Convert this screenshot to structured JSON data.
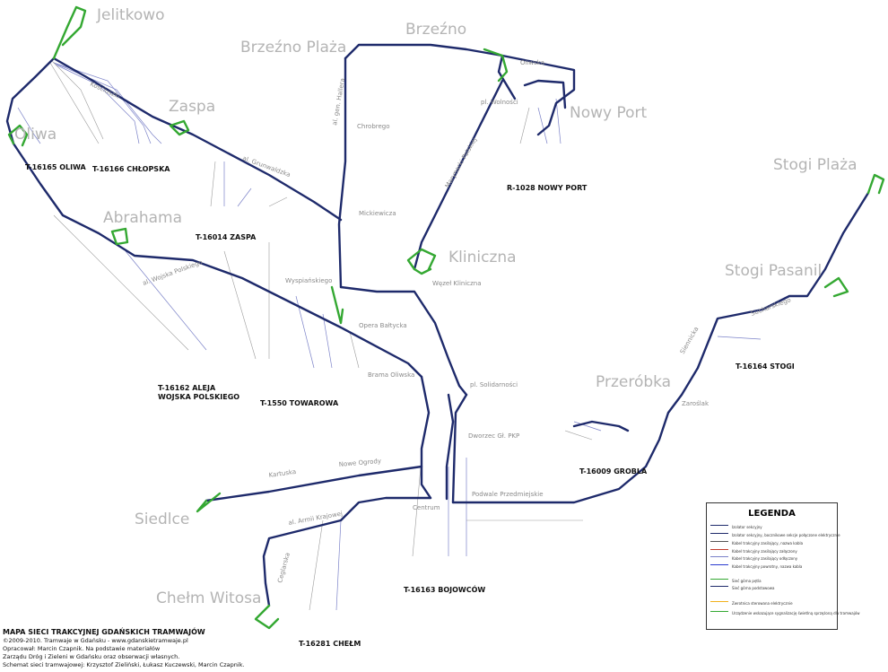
{
  "districts": [
    {
      "id": "jelitkowo",
      "label": "Jelitkowo"
    },
    {
      "id": "oliwa",
      "label": "Oliwa"
    },
    {
      "id": "zaspa",
      "label": "Zaspa"
    },
    {
      "id": "brzezno-plaza",
      "label": "Brzeźno Plaża"
    },
    {
      "id": "brzezno",
      "label": "Brzeźno"
    },
    {
      "id": "nowy-port",
      "label": "Nowy Port"
    },
    {
      "id": "stogi-plaza",
      "label": "Stogi Plaża"
    },
    {
      "id": "abrahama",
      "label": "Abrahama"
    },
    {
      "id": "kliniczna",
      "label": "Kliniczna"
    },
    {
      "id": "stogi-pasanil",
      "label": "Stogi Pasanil"
    },
    {
      "id": "przerobka",
      "label": "Przeróbka"
    },
    {
      "id": "siedlce",
      "label": "Siedlce"
    },
    {
      "id": "chelm-witosa",
      "label": "Chełm Witosa"
    }
  ],
  "substations": [
    {
      "id": "t16165",
      "label": "T-16165 OLIWA"
    },
    {
      "id": "t16166",
      "label": "T-16166 CHŁOPSKA"
    },
    {
      "id": "t16014",
      "label": "T-16014 ZASPA"
    },
    {
      "id": "r1028",
      "label": "R-1028 NOWY PORT"
    },
    {
      "id": "t16162",
      "label": "T-16162 ALEJA WOJSKA POLSKIEGO"
    },
    {
      "id": "t1550",
      "label": "T-1550 TOWAROWA"
    },
    {
      "id": "t16164",
      "label": "T-16164 STOGI"
    },
    {
      "id": "t16009",
      "label": "T-16009 GROBLA"
    },
    {
      "id": "t16163",
      "label": "T-16163 BOJOWCÓW"
    },
    {
      "id": "t16281",
      "label": "T-16281 CHEŁM"
    }
  ],
  "stations": [
    {
      "id": "chrobrego",
      "label": "Chrobrego"
    },
    {
      "id": "pl-wolnosci",
      "label": "pl. Wolności"
    },
    {
      "id": "mickiewicza",
      "label": "Mickiewicza"
    },
    {
      "id": "wyspianskiego",
      "label": "Wyspiańskiego"
    },
    {
      "id": "wezel-kliniczna",
      "label": "Węzeł Kliniczna"
    },
    {
      "id": "opera-baltycka",
      "label": "Opera Bałtycka"
    },
    {
      "id": "brama-oliwska",
      "label": "Brama Oliwska"
    },
    {
      "id": "pl-solidarnosci",
      "label": "pl. Solidarności"
    },
    {
      "id": "dworzec",
      "label": "Dworzec Gł. PKP"
    },
    {
      "id": "podwale",
      "label": "Podwale Przedmiejskie"
    },
    {
      "id": "centrum",
      "label": "Centrum"
    },
    {
      "id": "kartuska",
      "label": "Kartuska"
    },
    {
      "id": "nowe-ogrody",
      "label": "Nowe Ogrody"
    },
    {
      "id": "armii-krajowej",
      "label": "al. Armii Krajowej"
    },
    {
      "id": "ceglarska",
      "label": "Ceglarska"
    },
    {
      "id": "zaroslak",
      "label": "Zaroślak"
    },
    {
      "id": "siennicka",
      "label": "Siennicka"
    },
    {
      "id": "majora-sucharskiego",
      "label": "Sucharskiego"
    },
    {
      "id": "oliwska",
      "label": "Oliwska"
    },
    {
      "id": "wojska-polskiego",
      "label": "al. Wojska Polskiego"
    },
    {
      "id": "grunwaldzka",
      "label": "al. Grunwaldzka"
    },
    {
      "id": "marynarki",
      "label": "Marynarki Polskiej"
    },
    {
      "id": "hallera",
      "label": "al. gen. Hallera"
    },
    {
      "id": "kosciuszki",
      "label": "Kościuszki"
    }
  ],
  "legend": {
    "title": "LEGENDA",
    "items": [
      {
        "id": "izolator",
        "label": "Izolator sekcyjny",
        "color": "#1e2a6b"
      },
      {
        "id": "izolator-bocz",
        "label": "Izolator sekcyjny, bocznikowe sekcje połączone elektrycznie",
        "color": "#1e2a6b"
      },
      {
        "id": "kabel-zasil",
        "label": "Kabel trakcyjny zasilający, nazwa kabla",
        "color": "#555555"
      },
      {
        "id": "kabel-zasil-czynny",
        "label": "Kabel trakcyjny zasilający załączony",
        "color": "#c0392b"
      },
      {
        "id": "kabel-zasil-odl",
        "label": "Kabel trakcyjny zasilający odłączony",
        "color": "#7b82c8"
      },
      {
        "id": "kabel-powrot",
        "label": "Kabel trakcyjny powrotny, nazwa kabla",
        "color": "#2a3bcf"
      },
      {
        "id": "sieci-petla",
        "label": "Sieć górna pętla",
        "color": "#34a832"
      },
      {
        "id": "sieci-podst",
        "label": "Sieć górna podstawowa",
        "color": "#1e2a6b"
      },
      {
        "id": "zwrotnica",
        "label": "Zwrotnica sterowana elektrycznie",
        "color": "#f2b11c"
      },
      {
        "id": "urzadzenie",
        "label": "Urządzenie wskazujące sygnalizację świetlną sprzężoną dla tramwajów",
        "color": "#34a832"
      }
    ]
  },
  "credits": {
    "title": "MAPA SIECI TRAKCYJNEJ GDAŃSKICH TRAMWAJÓW",
    "lines": [
      "©2009-2010. Tramwaje w Gdańsku - www.gdanskietramwaje.pl",
      "Opracował: Marcin Czapnik. Na podstawie materiałów",
      "Zarządu Dróg i Zieleni w Gdańsku oraz obserwacji własnych.",
      "Schemat sieci tramwajowej: Krzysztof Zieliński, Łukasz Kuczewski, Marcin Czapnik."
    ]
  },
  "colors": {
    "track": "#1e2a6b",
    "loop": "#34a832",
    "district_text": "#b4b4b4",
    "switch": "#f2b11c"
  }
}
